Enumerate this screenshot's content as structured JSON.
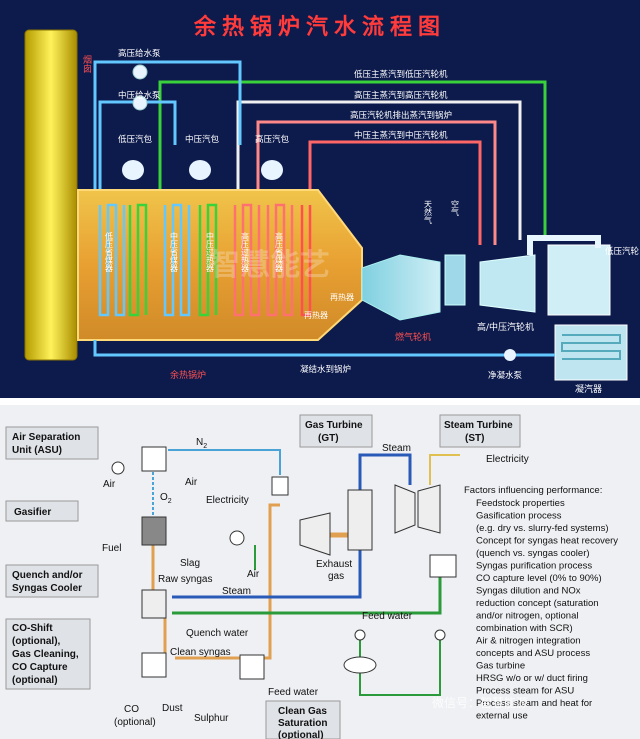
{
  "top": {
    "title": "余热锅炉汽水流程图",
    "chimney": "烟囱",
    "hp_feed_pump": "高压给水泵",
    "mp_feed_pump": "中压给水泵",
    "lp_drum": "低压汽包",
    "mp_drum": "中压汽包",
    "hp_drum": "高压汽包",
    "line1": "低压主蒸汽到低压汽轮机",
    "line2": "高压主蒸汽到高压汽轮机",
    "line3": "高压汽轮机排出蒸汽到锅炉",
    "line4": "中压主蒸汽到中压汽轮机",
    "natural_gas": "天然气",
    "air": "空气",
    "gas_turbine": "燃气轮机",
    "hp_mp_turbine": "高/中压汽轮机",
    "lp_turbine": "低压汽轮",
    "condenser": "凝汽器",
    "condensate_pump": "净凝水泵",
    "hrsg": "余热锅炉",
    "condensate_to_boiler": "凝结水到锅炉",
    "economizer_labels": [
      "低压省煤器",
      "中压省煤器",
      "中压过热器",
      "高压过热器",
      "高压省煤器",
      "再热器",
      "再热器"
    ],
    "watermark": "智慧能艺"
  },
  "bottom": {
    "asu": [
      "Air Separation",
      "Unit (ASU)"
    ],
    "n2": "N",
    "n2_sub": "2",
    "air1": "Air",
    "air2": "Air",
    "air3": "Air",
    "o2": "O",
    "o2_sub": "2",
    "electricity_left": "Electricity",
    "gasifier": "Gasifier",
    "fuel": "Fuel",
    "slag": "Slag",
    "quench": [
      "Quench and/or",
      "Syngas Cooler"
    ],
    "raw_syngas": "Raw syngas",
    "steam_mid": "Steam",
    "quench_water": "Quench water",
    "co_shift": [
      "CO-Shift",
      "(optional),",
      "Gas Cleaning,",
      "CO Capture",
      "(optional)"
    ],
    "clean_syngas": "Clean syngas",
    "co2": "CO",
    "co2_optional": "(optional)",
    "dust": "Dust",
    "sulphur": "Sulphur",
    "feed_water_bottom": "Feed water",
    "clean_gas_sat": [
      "Clean Gas",
      "Saturation",
      "(optional)"
    ],
    "gas_turbine": [
      "Gas Turbine",
      "(GT)"
    ],
    "steam_turbine": [
      "Steam Turbine",
      "(ST)"
    ],
    "steam_top": "Steam",
    "exhaust_gas": [
      "Exhaust",
      "gas"
    ],
    "feed_water_mid": "Feed water",
    "electricity_right": "Electricity",
    "factors_title": "Factors influencing performance:",
    "factors": [
      "Feedstock properties",
      "Gasification process",
      "(e.g. dry vs. slurry-fed systems)",
      "Concept for syngas heat recovery",
      "(quench vs. syngas cooler)",
      "Syngas purification process",
      "CO capture level (0% to 90%)",
      "Syngas dilution and NOx",
      "reduction concept (saturation",
      "and/or nitrogen, optional",
      "combination with SCR)",
      "Air & nitrogen integration",
      "concepts and ASU process",
      "Gas turbine",
      "HRSG w/o or w/ duct firing",
      "Process steam for ASU",
      "Process steam and heat for",
      "external use"
    ],
    "watermark": "微信号：智慧能源"
  }
}
